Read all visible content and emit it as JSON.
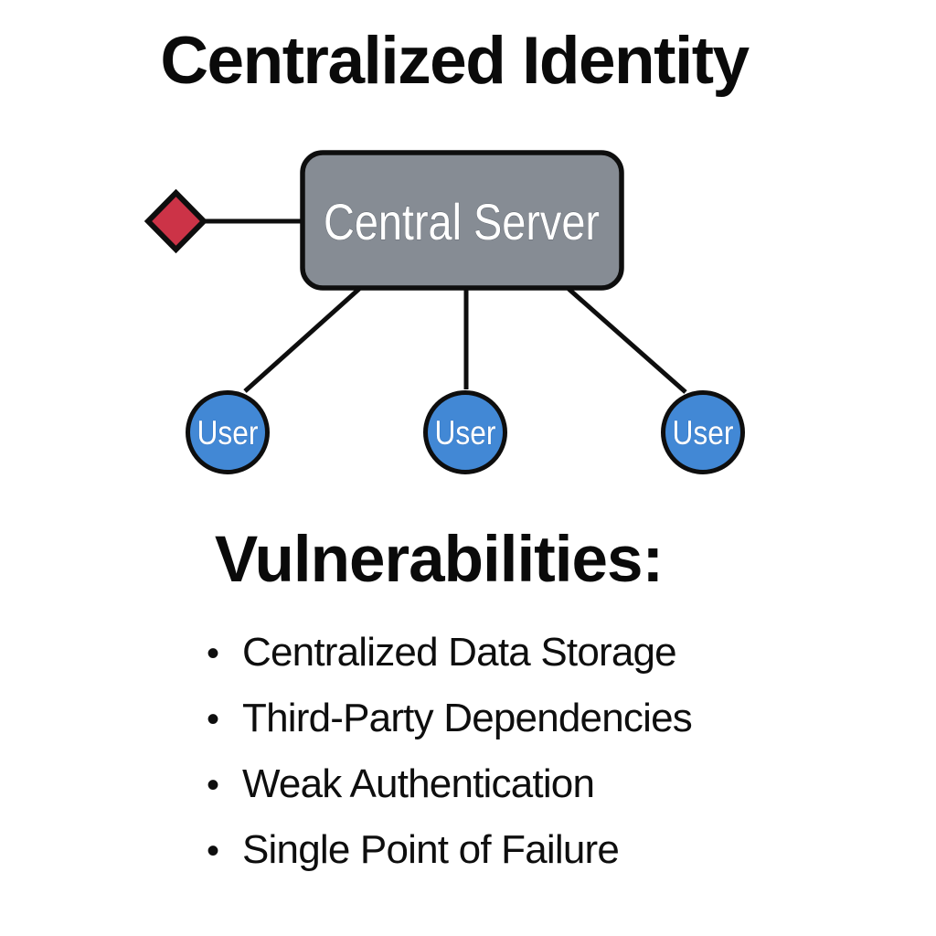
{
  "title": "Centralized Identity",
  "diagram": {
    "server": {
      "label": "Central Server"
    },
    "users": [
      {
        "label": "User"
      },
      {
        "label": "User"
      },
      {
        "label": "User"
      }
    ]
  },
  "vulnerabilities": {
    "heading": "Vulnerabilities:",
    "bullet_char": "•",
    "items": [
      "Centralized Data Storage",
      "Third-Party Dependencies",
      "Weak Authentication",
      "Single Point of Failure"
    ]
  },
  "colors": {
    "diamond_fill": "#cc3347",
    "server_fill": "#868c94",
    "user_fill": "#4288d5",
    "line": "#0e0e0e",
    "node_text": "#ffffff"
  }
}
